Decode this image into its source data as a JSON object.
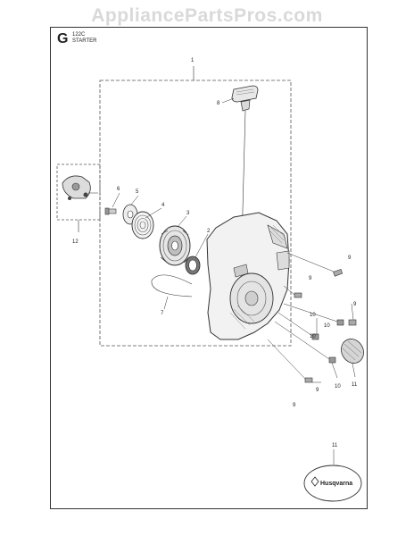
{
  "watermark": "AppliancePartsPros.com",
  "section": {
    "letter": "G",
    "code": "122C",
    "name": "STARTER"
  },
  "callouts": [
    "1",
    "2",
    "3",
    "4",
    "5",
    "6",
    "7",
    "8",
    "9",
    "10",
    "11",
    "12"
  ],
  "brand": "Husqvarna",
  "colors": {
    "line": "#333333",
    "dash": "#555555",
    "watermark": "#d9d9d9"
  }
}
